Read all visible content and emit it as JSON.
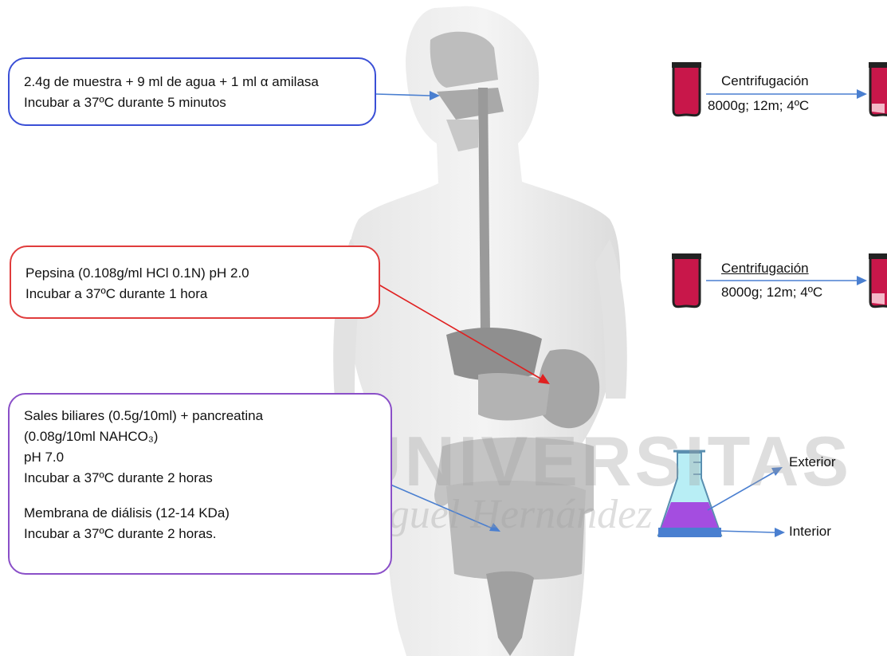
{
  "steps": [
    {
      "lines": [
        "2.4g de muestra + 9 ml de agua + 1 ml α amilasa",
        "Incubar a 37ºC durante 5 minutos"
      ]
    },
    {
      "lines": [
        "Pepsina (0.108g/ml HCl 0.1N) pH 2.0",
        "Incubar a 37ºC durante 1 hora"
      ]
    },
    {
      "lines": [
        "Sales biliares (0.5g/10ml) + pancreatina",
        "(0.08g/10ml NAHCO₃)",
        "pH 7.0",
        "Incubar a 37ºC durante 2 horas"
      ],
      "lines_b": [
        "Membrana de diálisis (12-14 KDa)",
        "Incubar a 37ºC durante 2 horas."
      ]
    }
  ],
  "centrifugation": [
    {
      "title": "Centrifugación",
      "conditions": "8000g; 12m; 4ºC"
    },
    {
      "title": "Centrifugación",
      "conditions": "8000g; 12m; 4ºC"
    }
  ],
  "dialysis_outputs": {
    "outer": "Exterior",
    "inner": "Interior"
  },
  "watermark": {
    "line1": "UNIVERSITAS",
    "line2": "Miguel Hernández"
  },
  "colors": {
    "blue_arrow": "#4a7fd0",
    "red_arrow": "#e02020",
    "tube": "#c8174a",
    "flask_liquid": "#a44de0"
  }
}
